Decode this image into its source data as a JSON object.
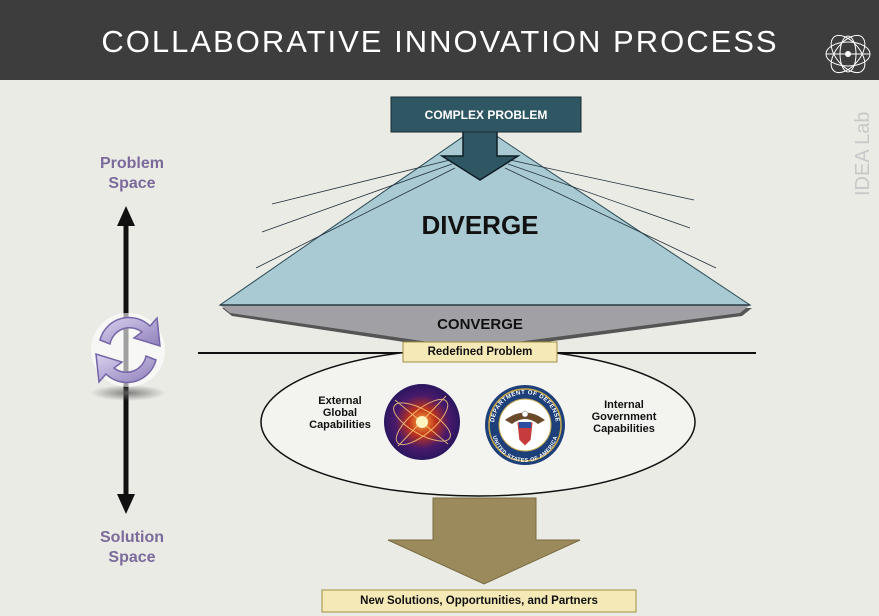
{
  "header": {
    "title": "COLLABORATIVE INNOVATION PROCESS"
  },
  "watermark": "IDEA Lab",
  "axis": {
    "top_label_line1": "Problem",
    "top_label_line2": "Space",
    "bottom_label_line1": "Solution",
    "bottom_label_line2": "Space"
  },
  "diagram": {
    "input": "COMPLEX PROBLEM",
    "diverge": "DIVERGE",
    "converge": "CONVERGE",
    "redefined": "Redefined Problem",
    "external": [
      "External",
      "Global",
      "Capabilities"
    ],
    "internal": [
      "Internal",
      "Government",
      "Capabilities"
    ],
    "output": "New Solutions, Opportunities, and Partners"
  },
  "seal_text": {
    "top": "DEPARTMENT OF DEFENSE",
    "bottom": "UNITED STATES OF AMERICA"
  },
  "colors": {
    "header_bg": "#3d3d3d",
    "cone_fill": "#a9c9d3",
    "input_box": "#2f5663",
    "label_box": "#f5e9b8",
    "output_arrow": "#9a8a5c",
    "axis_label": "#7b6a9a"
  }
}
